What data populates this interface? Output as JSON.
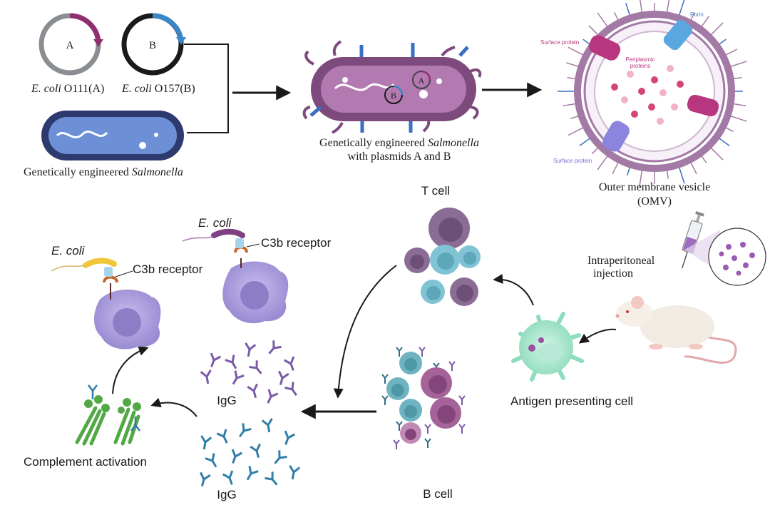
{
  "plasmids": {
    "a_letter": "A",
    "b_letter": "B",
    "a_caption_italic": "E. coli",
    "a_caption_rest": " O111(A)",
    "b_caption_italic": "E. coli",
    "b_caption_rest": " O157(B)"
  },
  "salmonella": {
    "caption_plain": "Genetically engineered ",
    "caption_italic": "Salmonella"
  },
  "engineered": {
    "line1_plain": "Genetically engineered ",
    "line1_italic": "Salmonella",
    "line2": "with plasmids A and B",
    "plasmid_a": "A",
    "plasmid_b": "B"
  },
  "omv": {
    "caption_line1": "Outer membrane vesicle",
    "caption_line2": "(OMV)",
    "porin": "Porin",
    "surface_protein_top": "Surface protein",
    "surface_protein_bottom": "Surface protein",
    "periplasmic_line1": "Periplasmic",
    "periplasmic_line2": "proteins"
  },
  "injection": {
    "line1": "Intraperitoneal",
    "line2": "injection"
  },
  "cells": {
    "t_cell": "T cell",
    "b_cell": "B cell",
    "apc": "Antigen presenting cell",
    "igg_top": "IgG",
    "igg_bottom": "IgG",
    "complement": "Complement activation"
  },
  "macrophages": {
    "left_ecoli": "E. coli",
    "left_receptor": "C3b receptor",
    "right_ecoli": "E. coli",
    "right_receptor": "C3b receptor"
  },
  "colors": {
    "plasmid_a": "#8e2f6e",
    "plasmid_b": "#3a86c8",
    "salmonella_body": "#2c3a6e",
    "engineered_body": "#7d4a7d",
    "omv_membrane": "#a37aa6",
    "surface_protein": "#b8367f",
    "porin": "#5aa7e0",
    "t_cell": "#8a6c95",
    "b_cell_blue": "#6fb3c0",
    "b_cell_purple": "#a5639a",
    "macrophage": "#a99ad6",
    "apc": "#a8e6cf",
    "igg_purple": "#7a5aa8",
    "igg_blue": "#2f7fa8",
    "complement_green": "#52a845"
  }
}
